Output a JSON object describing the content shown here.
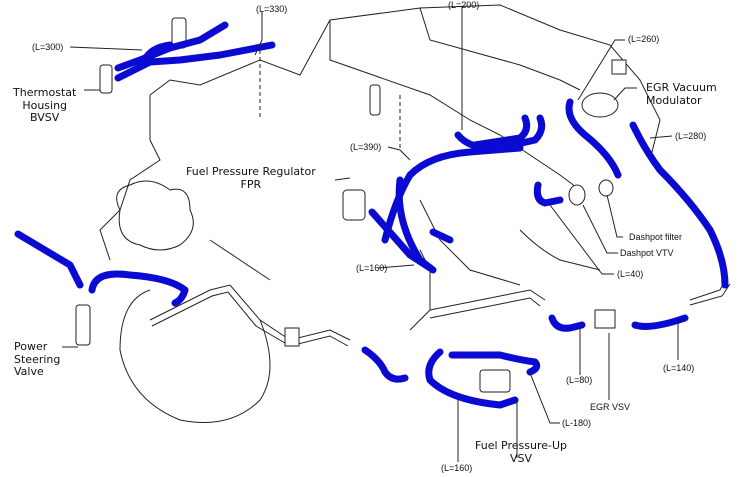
{
  "diagram": {
    "title": "Engine vacuum hose routing",
    "hose_color": "#0a0ad2",
    "components": {
      "thermostat_bvsv": [
        "Thermostat",
        "Housing",
        "BVSV"
      ],
      "fpr": [
        "Fuel Pressure Regulator",
        "FPR"
      ],
      "egr_vacuum_modulator": [
        "EGR Vacuum",
        "Modulator"
      ],
      "power_steering_valve": [
        "Power",
        "Steering",
        "Valve"
      ],
      "fuel_pressure_up_vsv": [
        "Fuel Pressure-Up",
        "VSV"
      ],
      "dashpot_filter": "Dashpot filter",
      "dashpot_vtv": "Dashpot VTV",
      "egr_vsv": "EGR VSV"
    },
    "hose_lengths": {
      "l300": "(L=300)",
      "l330": "(L=330)",
      "l200": "(L=200)",
      "l260": "(L=260)",
      "l280": "(L=280)",
      "l390": "(L=390)",
      "l160_upper": "(L=160)",
      "l40": "(L=40)",
      "l80": "(L=80)",
      "l140": "(L=140)",
      "l180": "(L-180)",
      "l160_lower": "(L=160)"
    }
  }
}
